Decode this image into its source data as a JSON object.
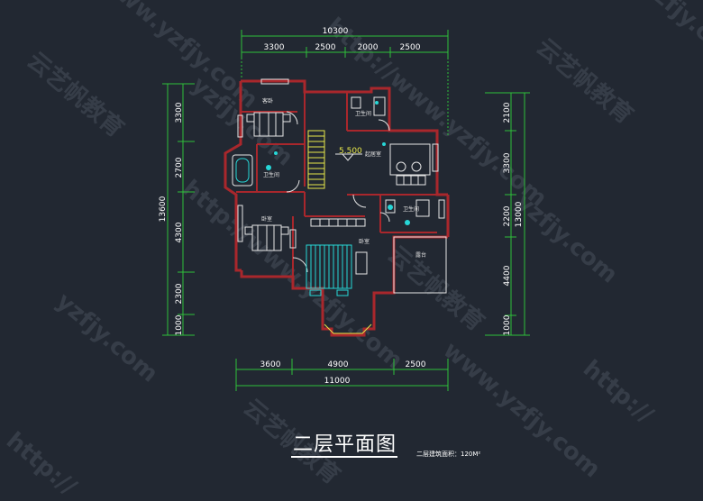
{
  "watermark": {
    "texts": [
      "www.yzfjy.com",
      "http://www.yzfjy.com",
      "云艺帆教育",
      "yzfjy.com",
      "http://"
    ]
  },
  "dimensions": {
    "top": {
      "total": "10300",
      "parts": [
        "3300",
        "2500",
        "2000",
        "2500"
      ]
    },
    "bottom": {
      "total": "11000",
      "parts": [
        "3600",
        "4900",
        "2500"
      ]
    },
    "left": {
      "total": "13600",
      "parts": [
        "3300",
        "2700",
        "4300",
        "2300",
        "1000"
      ]
    },
    "right": {
      "total": "13000",
      "parts": [
        "2100",
        "3300",
        "2200",
        "4400",
        "1000"
      ]
    }
  },
  "rooms": {
    "bedroom_tl": "客卧",
    "bath_top": "卫生间",
    "bath_left": "卫生间",
    "living": "起居室",
    "bath_right": "卫生间",
    "bedroom_left": "卧室",
    "bedroom_main": "卧室",
    "terrace": "露台"
  },
  "elevation": "5.500",
  "title": "二层平面图",
  "area_note": "二层建筑面积：120M²",
  "colors": {
    "background": "#222832",
    "dimension": "#2fbf3a",
    "wall": "#a9272c",
    "furniture": "#e6e6e6",
    "stair": "#e8e84a",
    "cyan": "#27d7d7"
  }
}
